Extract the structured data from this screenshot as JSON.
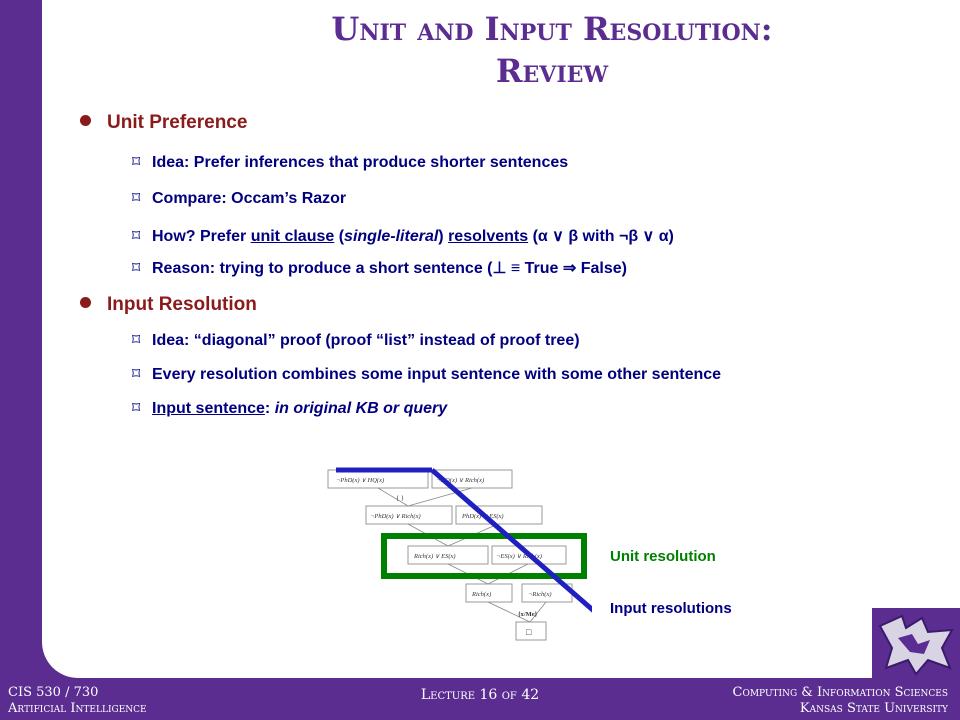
{
  "title": {
    "line1": "Unit and Input Resolution:",
    "line2": "Review"
  },
  "bullets": [
    {
      "label": "Unit Preference",
      "items": [
        {
          "text": "Idea: Prefer inferences that produce shorter sentences"
        },
        {
          "text": "Compare: Occam’s Razor"
        },
        {
          "p1": "How?  Prefer ",
          "p2": "unit clause",
          "p3": " (",
          "p4": "single-literal",
          "p5": ") ",
          "p6": "resolvents",
          "p7": " (α ∨ β with ¬β ∨ α)"
        },
        {
          "text": "Reason: trying to produce a short sentence (⊥ ≡ True ⇒ False)"
        }
      ]
    },
    {
      "label": "Input Resolution",
      "items": [
        {
          "text": "Idea: “diagonal” proof (proof “list” instead of proof tree)"
        },
        {
          "text": "Every resolution combines some input sentence with some other sentence"
        },
        {
          "p1": "Input sentence",
          "p2": ": ",
          "p3": "in original KB or query"
        }
      ]
    }
  ],
  "diagram": {
    "labels": {
      "unit": "Unit resolution",
      "input": "Input resolutions"
    },
    "node_texts": {
      "n1a": "¬PhD(x) ∨ HQ(x)",
      "n1b": "¬HQ(x) ∨ Rich(x)",
      "e1": "{ }",
      "n2a": "¬PhD(x) ∨ Rich(x)",
      "n2b": "PhD(x) ∨ ES(x)",
      "n3a": "Rich(x) ∨ ES(x)",
      "n3b": "¬ES(x) ∨ Rich(x)",
      "n4a": "Rich(x)",
      "n4b": "¬Rich(x)",
      "e2": "{x/Me}"
    }
  },
  "footer": {
    "left1": "CIS 530 / 730",
    "left2": "Artificial Intelligence",
    "center": "Lecture 16 of 42",
    "right1": "Computing & Information Sciences",
    "right2": "Kansas State University"
  },
  "colors": {
    "purple": "#5b2d91",
    "bullet": "#8b1a1a",
    "subtext": "#000080",
    "green": "#008000",
    "blue_line": "#2020c0"
  }
}
